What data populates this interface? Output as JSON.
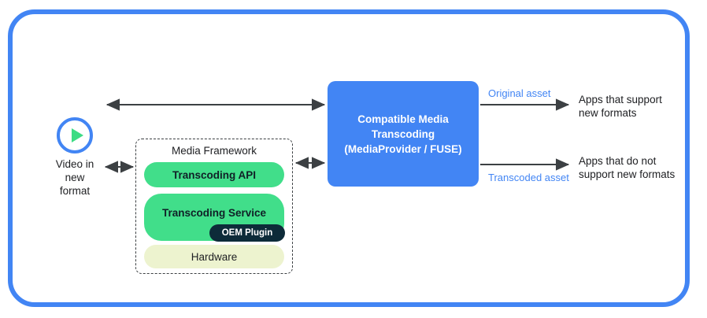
{
  "frame": {
    "border_color": "#4285f4"
  },
  "source": {
    "icon": "play-circle-icon",
    "label": "Video in\nnew\nformat"
  },
  "framework": {
    "title": "Media Framework",
    "items": [
      {
        "label": "Transcoding API",
        "color": "#41de8a"
      },
      {
        "label": "Transcoding Service",
        "color": "#41de8a"
      },
      {
        "label": "OEM Plugin",
        "color": "#0d2b39"
      },
      {
        "label": "Hardware",
        "color": "#edf3cf"
      }
    ]
  },
  "central": {
    "label": "Compatible Media\nTranscoding\n(MediaProvider / FUSE)",
    "color": "#4285f4"
  },
  "outputs": [
    {
      "asset_label": "Original asset",
      "asset_color": "#4285f4",
      "apps_label": "Apps that support\nnew formats"
    },
    {
      "asset_label": "Transcoded asset",
      "asset_color": "#4285f4",
      "apps_label": "Apps that do not\nsupport new formats"
    }
  ],
  "connectors": [
    {
      "name": "video-to-central",
      "type": "bidirectional"
    },
    {
      "name": "video-to-framework",
      "type": "bidirectional"
    },
    {
      "name": "framework-to-central",
      "type": "bidirectional"
    },
    {
      "name": "central-to-apps-support",
      "type": "unidirectional"
    },
    {
      "name": "central-to-apps-nosupport",
      "type": "unidirectional"
    }
  ]
}
